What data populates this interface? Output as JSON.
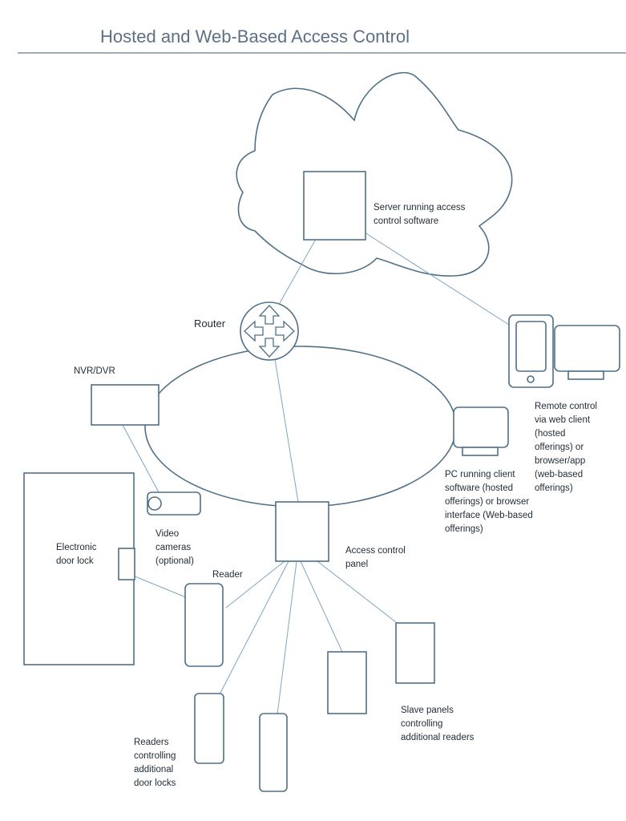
{
  "title": "Hosted and Web-Based Access Control",
  "labels": {
    "server": [
      "Server running access",
      "control software"
    ],
    "router": "Router",
    "nvr": "NVR/DVR",
    "remote": [
      "Remote control",
      "via web client",
      "(hosted",
      "offerings) or",
      "browser/app",
      "(web-based",
      "offerings)"
    ],
    "pc": [
      "PC running client",
      "software (hosted",
      "offerings) or browser",
      "interface (Web-based",
      "offerings)"
    ],
    "door_lock": [
      "Electronic",
      "door lock"
    ],
    "cameras": [
      "Video",
      "cameras",
      "(optional)"
    ],
    "reader": "Reader",
    "panel": [
      "Access control",
      "panel"
    ],
    "readers_more": [
      "Readers",
      "controlling",
      "additional",
      "door locks"
    ],
    "slave": [
      "Slave panels",
      "controlling",
      "additional readers"
    ]
  },
  "colors": {
    "title": "#5e7086",
    "shape_stroke": "#4e7088",
    "connector": "#7fa6c0",
    "text": "#1f2b36"
  }
}
